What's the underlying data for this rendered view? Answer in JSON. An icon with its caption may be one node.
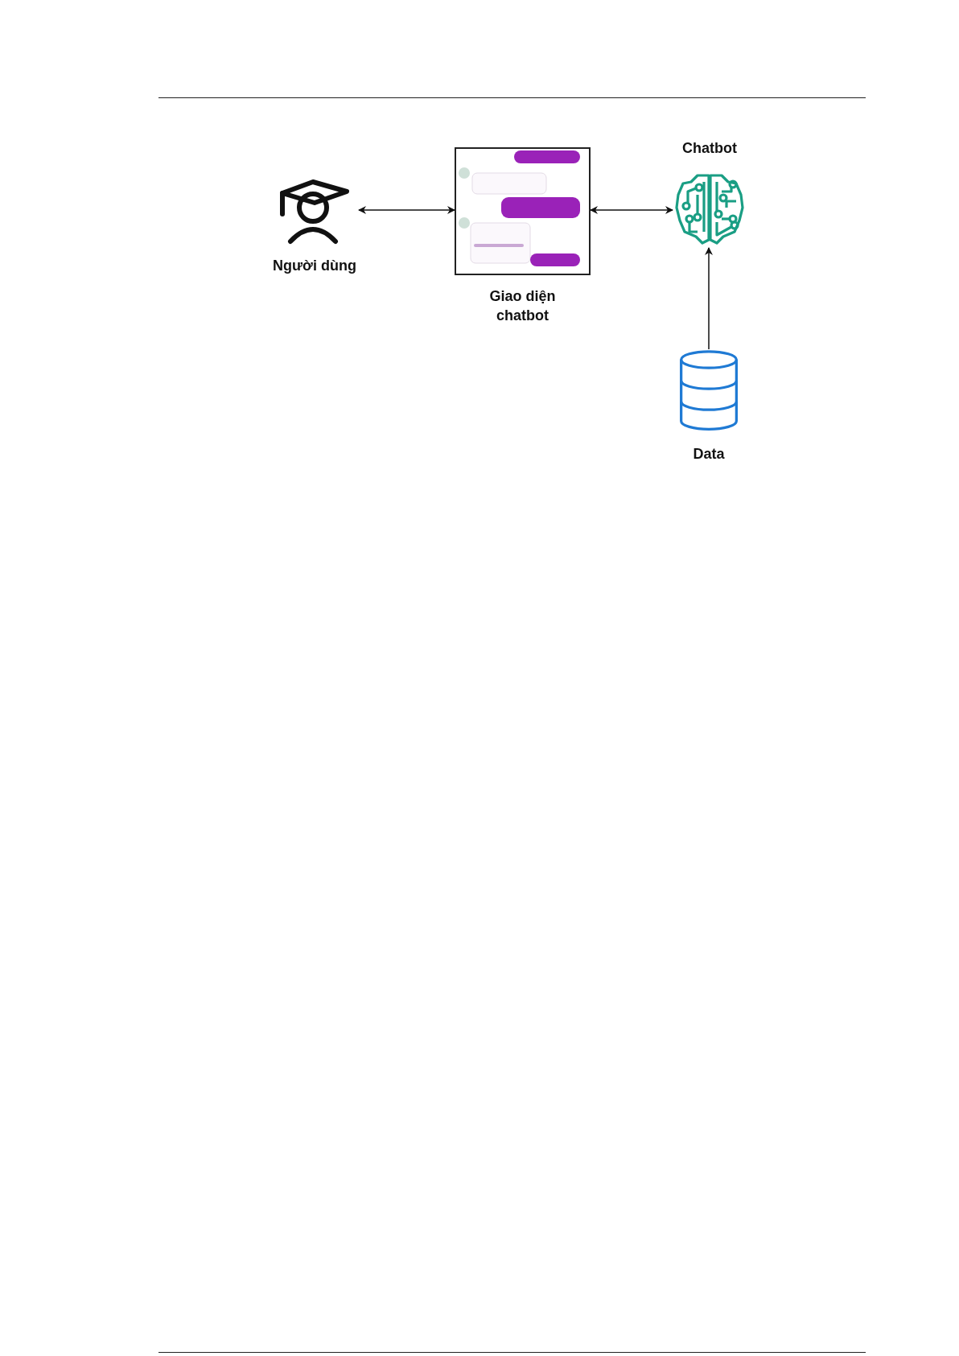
{
  "diagram": {
    "nodes": [
      {
        "text": [
          "Người dùng"
        ]
      },
      {
        "text": [
          "Giao diện chatbot"
        ]
      },
      {
        "text": [
          "Chatbot"
        ]
      },
      {
        "text": [
          "Data"
        ]
      }
    ],
    "edges": [
      {
        "from": 0,
        "to": 1,
        "arrow": "both"
      },
      {
        "from": 1,
        "to": 2,
        "arrow": "both"
      },
      {
        "from": 3,
        "to": 2,
        "arrow": "to"
      }
    ]
  }
}
